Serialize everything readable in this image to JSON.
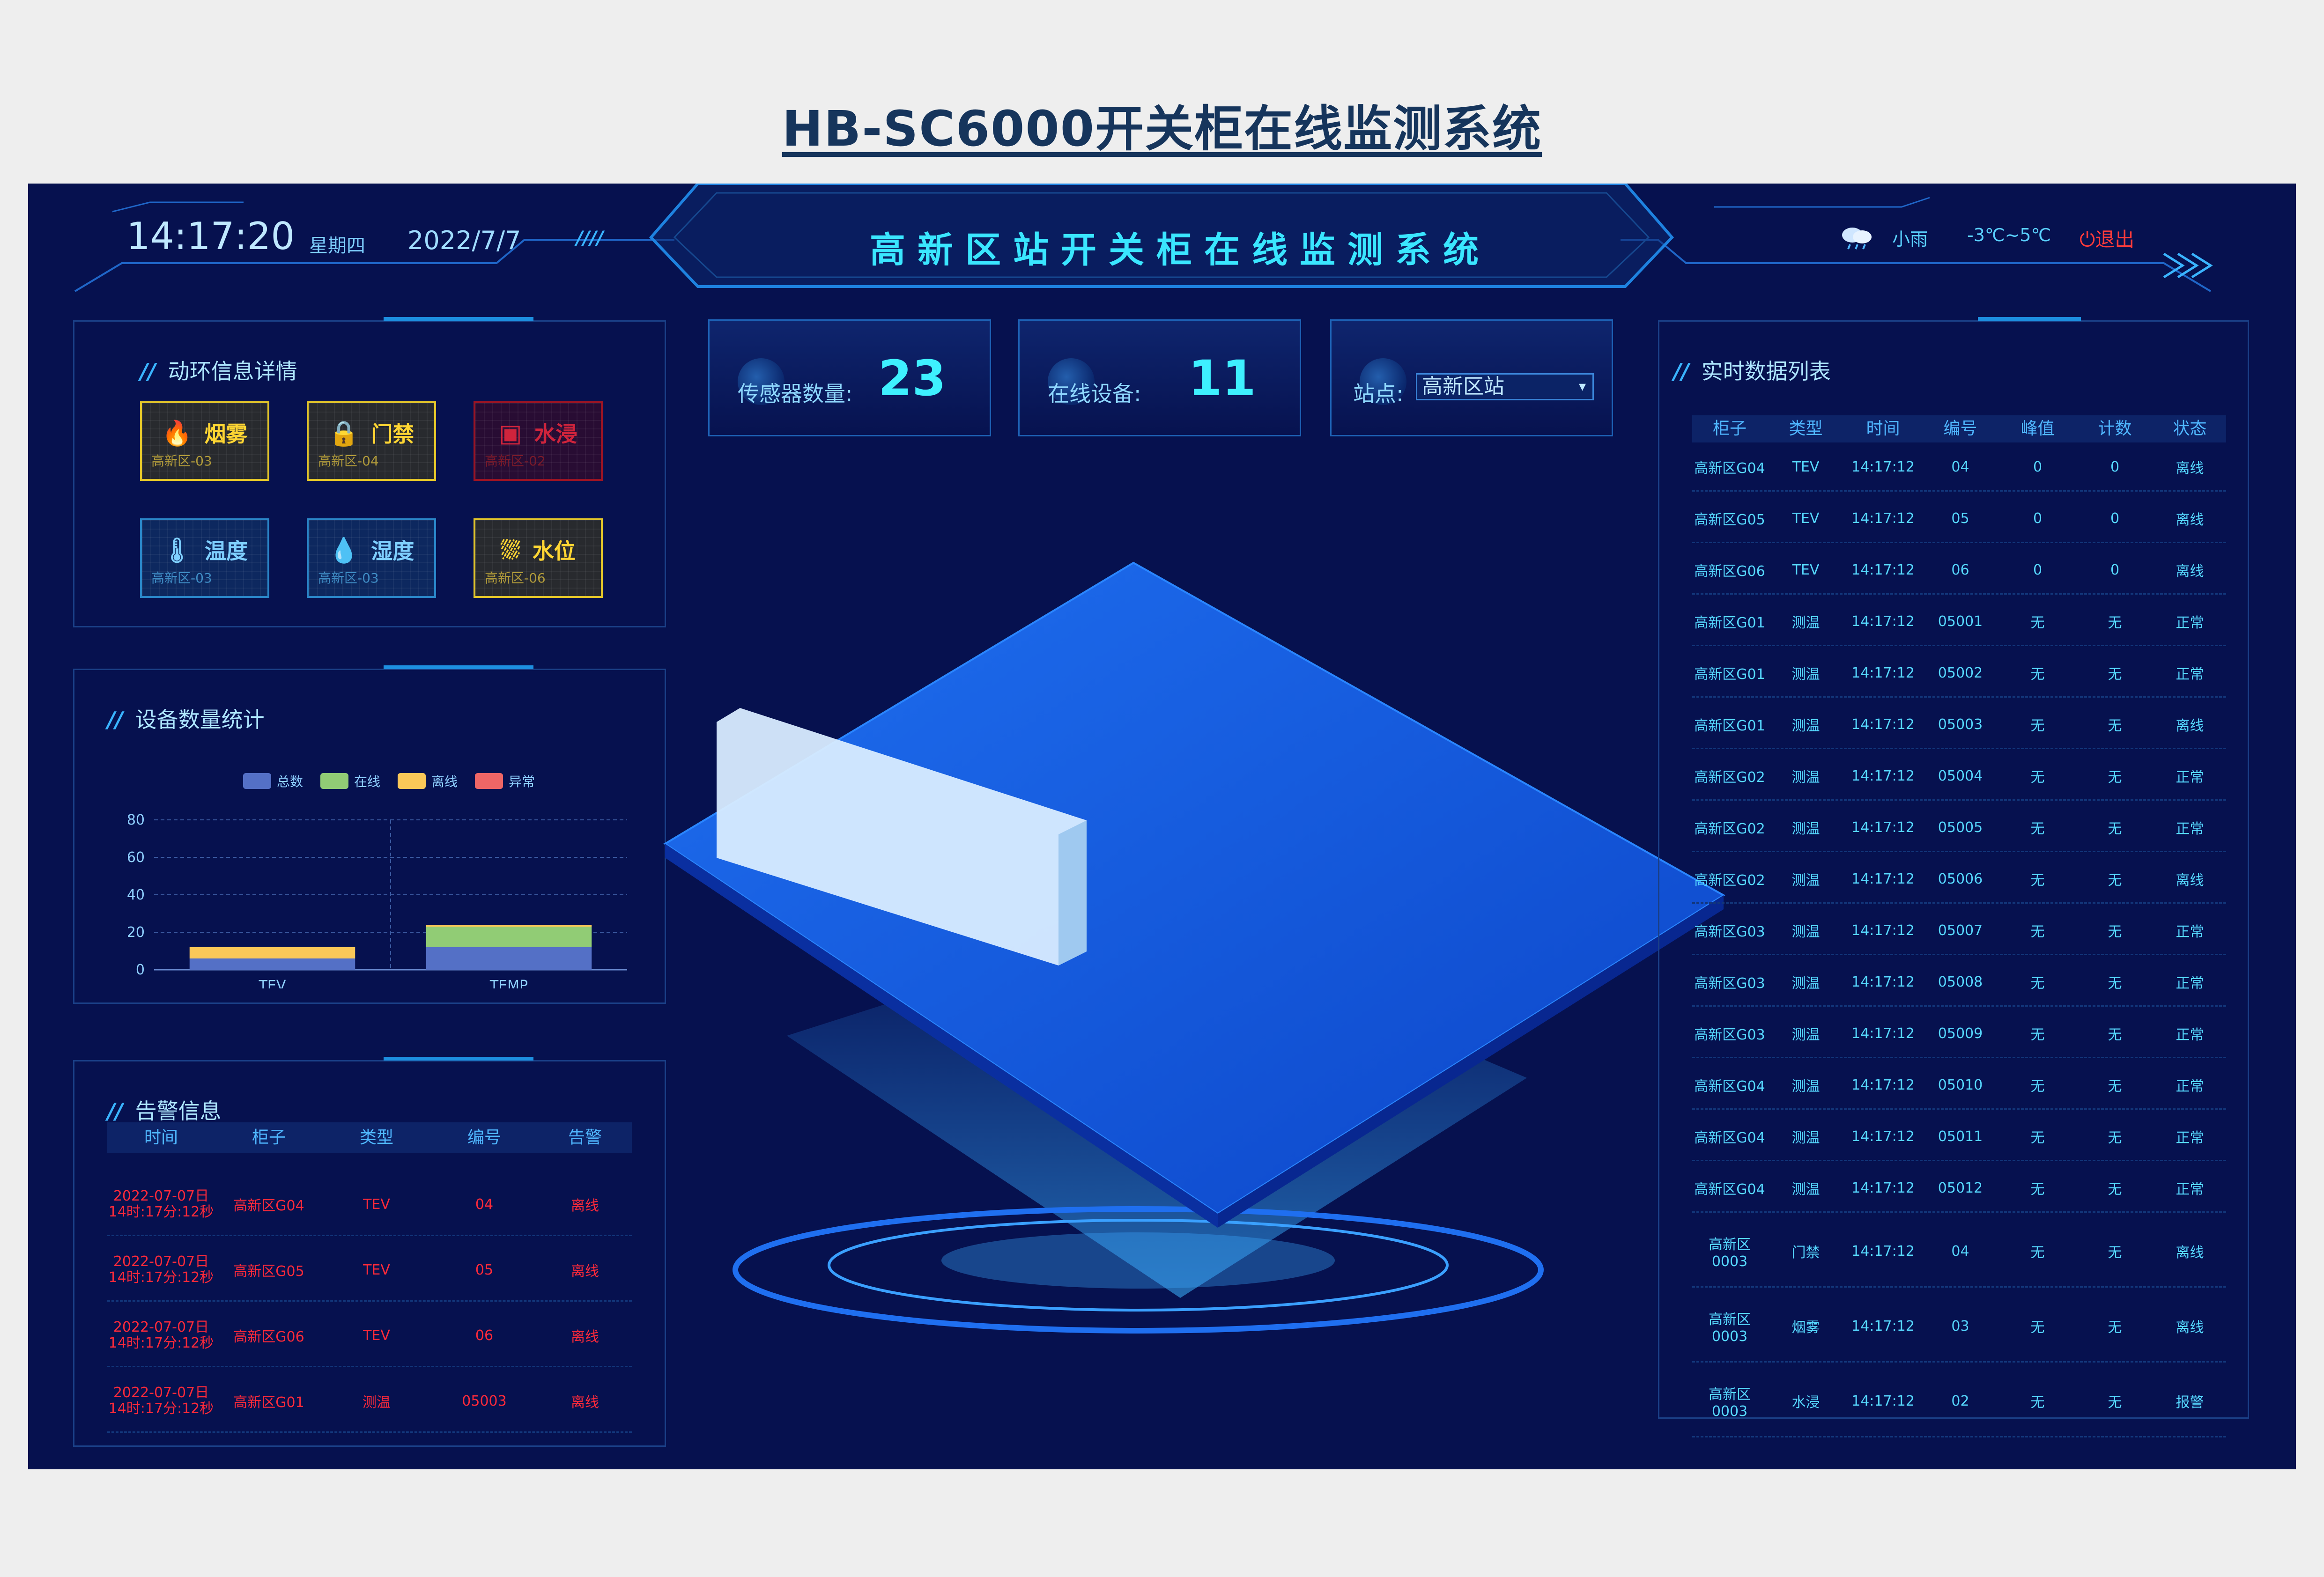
{
  "page_title": "HB-SC6000开关柜在线监测系统",
  "header": {
    "time": "14:17:20",
    "weekday": "星期四",
    "date": "2022/7/7",
    "system_title": "高新区站开关柜在线监测系统",
    "weather": "小雨",
    "temperature": "-3℃~5℃",
    "logout": "退出"
  },
  "env_panel": {
    "title": "动环信息详情",
    "tiles": [
      {
        "label": "烟雾",
        "sub": "高新区-03",
        "icon": "fire-icon",
        "color": "#ffd633"
      },
      {
        "label": "门禁",
        "sub": "高新区-04",
        "icon": "door-lock-icon",
        "color": "#ffd633"
      },
      {
        "label": "水浸",
        "sub": "高新区-02",
        "icon": "water-leak-icon",
        "color": "#d0243c"
      },
      {
        "label": "温度",
        "sub": "高新区-03",
        "icon": "thermometer-icon",
        "color": "#7fd0ff"
      },
      {
        "label": "湿度",
        "sub": "高新区-03",
        "icon": "humidity-icon",
        "color": "#7fd0ff"
      },
      {
        "label": "水位",
        "sub": "高新区-06",
        "icon": "water-level-icon",
        "color": "#ffd633"
      }
    ]
  },
  "stats": {
    "sensors_label": "传感器数量:",
    "sensors_value": "23",
    "online_label": "在线设备:",
    "online_value": "11",
    "station_label": "站点:",
    "station_value": "高新区站"
  },
  "device_chart_panel": {
    "title": "设备数量统计"
  },
  "chart_data": {
    "type": "bar",
    "stacked": true,
    "categories": [
      "TEV",
      "TEMP"
    ],
    "series": [
      {
        "name": "总数",
        "color": "#5470c6",
        "values": [
          6,
          12
        ]
      },
      {
        "name": "在线",
        "color": "#91cc75",
        "values": [
          0,
          11
        ]
      },
      {
        "name": "离线",
        "color": "#fac858",
        "values": [
          6,
          1
        ]
      },
      {
        "name": "异常",
        "color": "#ee6666",
        "values": [
          0,
          0
        ]
      }
    ],
    "ylim": [
      0,
      80
    ],
    "yticks": [
      "80",
      "60",
      "40",
      "20",
      "0"
    ],
    "grid": true,
    "legend_position": "top"
  },
  "alarm_panel": {
    "title": "告警信息",
    "columns": [
      "时间",
      "柜子",
      "类型",
      "编号",
      "告警"
    ],
    "rows": [
      {
        "time1": "2022-07-07日",
        "time2": "14时:17分:12秒",
        "cabinet": "高新区G04",
        "type": "TEV",
        "no": "04",
        "alarm": "离线"
      },
      {
        "time1": "2022-07-07日",
        "time2": "14时:17分:12秒",
        "cabinet": "高新区G05",
        "type": "TEV",
        "no": "05",
        "alarm": "离线"
      },
      {
        "time1": "2022-07-07日",
        "time2": "14时:17分:12秒",
        "cabinet": "高新区G06",
        "type": "TEV",
        "no": "06",
        "alarm": "离线"
      },
      {
        "time1": "2022-07-07日",
        "time2": "14时:17分:12秒",
        "cabinet": "高新区G01",
        "type": "测温",
        "no": "05003",
        "alarm": "离线"
      }
    ]
  },
  "realtime_panel": {
    "title": "实时数据列表",
    "columns": [
      "柜子",
      "类型",
      "时间",
      "编号",
      "峰值",
      "计数",
      "状态"
    ],
    "rows": [
      {
        "cabinet": "高新区G04",
        "type": "TEV",
        "time": "14:17:12",
        "no": "04",
        "peak": "0",
        "count": "0",
        "status": "离线"
      },
      {
        "cabinet": "高新区G05",
        "type": "TEV",
        "time": "14:17:12",
        "no": "05",
        "peak": "0",
        "count": "0",
        "status": "离线"
      },
      {
        "cabinet": "高新区G06",
        "type": "TEV",
        "time": "14:17:12",
        "no": "06",
        "peak": "0",
        "count": "0",
        "status": "离线"
      },
      {
        "cabinet": "高新区G01",
        "type": "测温",
        "time": "14:17:12",
        "no": "05001",
        "peak": "无",
        "count": "无",
        "status": "正常"
      },
      {
        "cabinet": "高新区G01",
        "type": "测温",
        "time": "14:17:12",
        "no": "05002",
        "peak": "无",
        "count": "无",
        "status": "正常"
      },
      {
        "cabinet": "高新区G01",
        "type": "测温",
        "time": "14:17:12",
        "no": "05003",
        "peak": "无",
        "count": "无",
        "status": "离线"
      },
      {
        "cabinet": "高新区G02",
        "type": "测温",
        "time": "14:17:12",
        "no": "05004",
        "peak": "无",
        "count": "无",
        "status": "正常"
      },
      {
        "cabinet": "高新区G02",
        "type": "测温",
        "time": "14:17:12",
        "no": "05005",
        "peak": "无",
        "count": "无",
        "status": "正常"
      },
      {
        "cabinet": "高新区G02",
        "type": "测温",
        "time": "14:17:12",
        "no": "05006",
        "peak": "无",
        "count": "无",
        "status": "离线"
      },
      {
        "cabinet": "高新区G03",
        "type": "测温",
        "time": "14:17:12",
        "no": "05007",
        "peak": "无",
        "count": "无",
        "status": "正常"
      },
      {
        "cabinet": "高新区G03",
        "type": "测温",
        "time": "14:17:12",
        "no": "05008",
        "peak": "无",
        "count": "无",
        "status": "正常"
      },
      {
        "cabinet": "高新区G03",
        "type": "测温",
        "time": "14:17:12",
        "no": "05009",
        "peak": "无",
        "count": "无",
        "status": "正常"
      },
      {
        "cabinet": "高新区G04",
        "type": "测温",
        "time": "14:17:12",
        "no": "05010",
        "peak": "无",
        "count": "无",
        "status": "正常"
      },
      {
        "cabinet": "高新区G04",
        "type": "测温",
        "time": "14:17:12",
        "no": "05011",
        "peak": "无",
        "count": "无",
        "status": "正常"
      },
      {
        "cabinet": "高新区G04",
        "type": "测温",
        "time": "14:17:12",
        "no": "05012",
        "peak": "无",
        "count": "无",
        "status": "正常"
      },
      {
        "cabinet": "高新区 0003",
        "type": "门禁",
        "time": "14:17:12",
        "no": "04",
        "peak": "无",
        "count": "无",
        "status": "离线"
      },
      {
        "cabinet": "高新区 0003",
        "type": "烟雾",
        "time": "14:17:12",
        "no": "03",
        "peak": "无",
        "count": "无",
        "status": "离线"
      },
      {
        "cabinet": "高新区 0003",
        "type": "水浸",
        "time": "14:17:12",
        "no": "02",
        "peak": "无",
        "count": "无",
        "status": "报警"
      }
    ]
  }
}
